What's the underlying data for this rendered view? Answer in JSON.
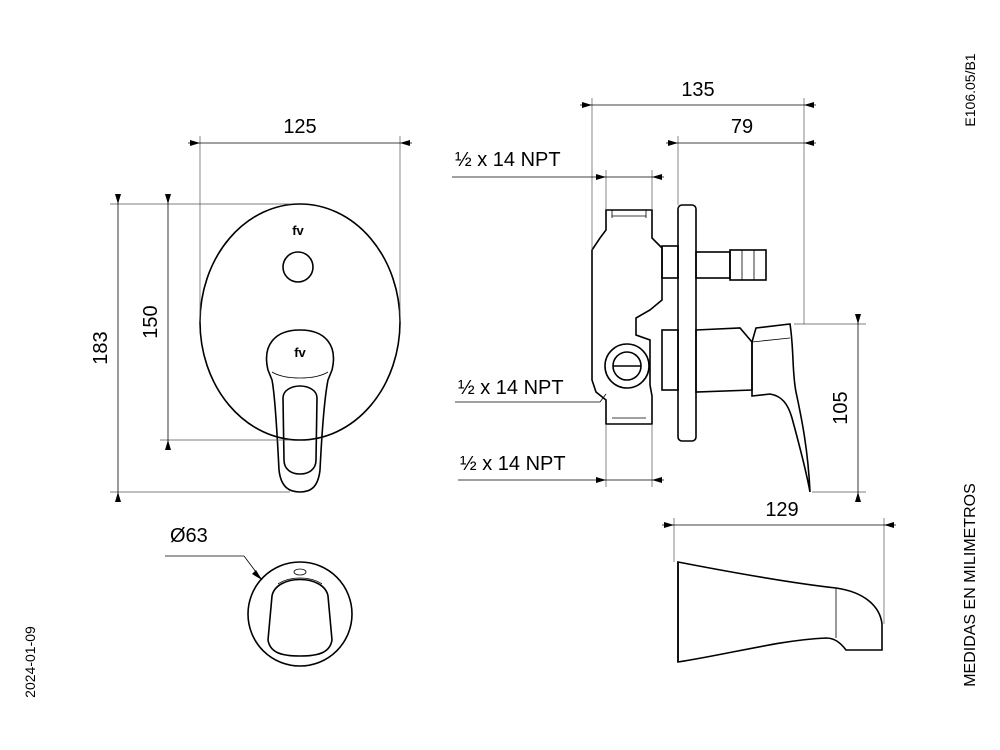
{
  "drawing_code": "E106.05/B1",
  "units_note": "MEDIDAS EN MILIMETROS",
  "date": "2024-01-09",
  "dimensions": {
    "plate_width": "125",
    "overall_height": "183",
    "plate_height": "150",
    "overall_depth": "135",
    "front_depth": "79",
    "connection_top": "½ x 14 NPT",
    "connection_middle": "½ x 14 NPT",
    "connection_bottom": "½ x 14 NPT",
    "lever_height": "105",
    "spout_length": "129",
    "spout_diameter": "Ø63"
  },
  "logos": {
    "plate_logo": "fv",
    "lever_logo": "fv"
  }
}
